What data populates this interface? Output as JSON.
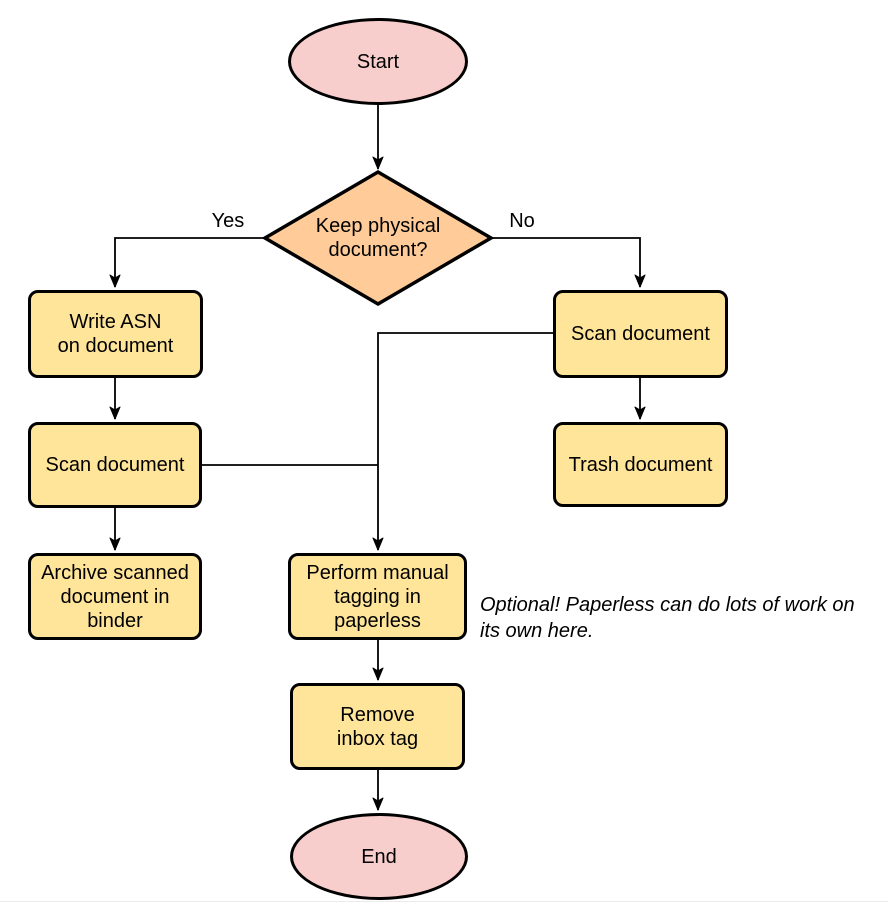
{
  "colors": {
    "terminal_fill": "#f8cecc",
    "decision_fill": "#ffcc99",
    "process_fill": "#ffe599",
    "stroke": "#000000",
    "divider": "#ebebeb"
  },
  "nodes": {
    "start": {
      "label": "Start",
      "shape": "ellipse"
    },
    "decision": {
      "label": "Keep physical\ndocument?",
      "shape": "diamond"
    },
    "write_asn": {
      "label": "Write ASN\non document",
      "shape": "rectangle"
    },
    "scan_left": {
      "label": "Scan document",
      "shape": "rectangle"
    },
    "archive": {
      "label": "Archive scanned\ndocument in\nbinder",
      "shape": "rectangle"
    },
    "scan_right": {
      "label": "Scan document",
      "shape": "rectangle"
    },
    "trash": {
      "label": "Trash document",
      "shape": "rectangle"
    },
    "tagging": {
      "label": "Perform manual\ntagging in\npaperless",
      "shape": "rectangle"
    },
    "remove_inbox": {
      "label": "Remove\ninbox tag",
      "shape": "rectangle"
    },
    "end": {
      "label": "End",
      "shape": "ellipse"
    }
  },
  "edge_labels": {
    "yes": "Yes",
    "no": "No"
  },
  "annotation": {
    "text": "Optional! Paperless can do lots of work on\nits own here."
  }
}
